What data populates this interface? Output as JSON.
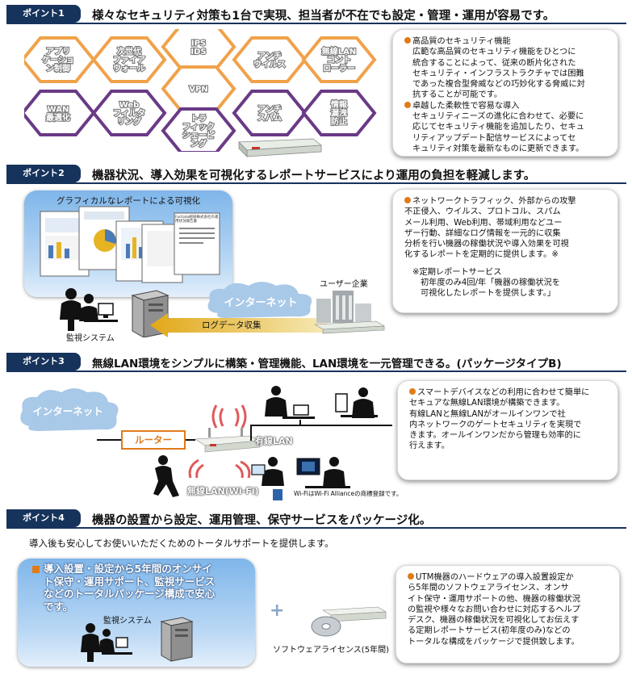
{
  "sections": [
    {
      "tag": "ポイント1",
      "heading": "様々なセキュリティ対策も1台で実現、担当者が不在でも設定・管理・運用が容易です。",
      "hexagons": [
        {
          "label": "アプリ\nケーショ\nン制御",
          "color": "#f0a24a"
        },
        {
          "label": "次世代\nファイア\nウォール",
          "color": "#f0a24a"
        },
        {
          "label": "IPS\nIDS",
          "color": "#f0a24a"
        },
        {
          "label": "VPN",
          "color": "#f0a24a"
        },
        {
          "label": "アンチ\nウイルス",
          "color": "#f0a24a"
        },
        {
          "label": "無線LAN\nコント\nローラー",
          "color": "#f0a24a"
        },
        {
          "label": "WAN\n最適化",
          "color": "#6a3a86"
        },
        {
          "label": "Web\nフィルタ\nリング",
          "color": "#6a3a86"
        },
        {
          "label": "トラ\nフィック\nシェーピ\nング",
          "color": "#6a3a86"
        },
        {
          "label": "アンチ\nスパム",
          "color": "#6a3a86"
        },
        {
          "label": "情報\n漏洩\n防止",
          "color": "#6a3a86"
        }
      ],
      "bullets": [
        {
          "title": "高品質のセキュリティ機能",
          "body": "広範な高品質のセキュリティ機能をひとつに\n統合することによって、従来の断片化された\nセキュリティ・インフラストラクチャでは困難\nであった複合型脅威などの巧妙化する脅威に対\n抗することが可能です。"
        },
        {
          "title": "卓越した柔軟性で容易な導入",
          "body": "セキュリティニーズの進化に合わせて、必要に\n応じてセキュリティ機能を追加したり、セキュ\nリティアップデート配信サービスによってセ\nキュリティ対策を最新なものに更新できます。"
        }
      ]
    },
    {
      "tag": "ポイント2",
      "heading": "機器状況、導入効果を可視化するレポートサービスにより運用の負担を軽減します。",
      "report_title": "グラフィカルなレポートによる可視化",
      "doc_title": "Fortiate総研株式会社の運用状況報告書",
      "internet": "インターネット",
      "user_company": "ユーザー企業",
      "log_label": "ログデータ収集",
      "monitor_label": "監視システム",
      "text": "ネットワークトラフィック、外部からの攻撃\n不正侵入、ウイルス、プロトコル、スパム\nメール利用、Web利用、帯域利用などユー\nザー行動、詳細なログ情報を一元的に収集\n分析を行い機器の稼働状況や導入効果を可視\n化するレポートを定期的に提供します。※",
      "note_title": "※定期レポートサービス",
      "note_body": "初年度のみ4回/年「機器の稼働状況を\n可視化したレポートを提供します。」"
    },
    {
      "tag": "ポイント3",
      "heading": "無線LAN環境をシンプルに構築・管理機能、LAN環境を一元管理できる。(パッケージタイプB)",
      "internet": "インターネット",
      "router": "ルーター",
      "wired": "有線LAN",
      "wireless": "無線LAN(Wi-Fi)",
      "trademark": "Wi-FiはWi-Fi Allianceの商標登録です。",
      "text": "スマートデバイスなどの利用に合わせて簡単に\nセキュアな無線LAN環境が構築できます。\n有線LANと無線LANがオールインワンで社\n内ネットワークのゲートセキュリティを実現で\nきます。オールインワンだから管理も効率的に\n行えます。"
    },
    {
      "tag": "ポイント4",
      "heading": "機器の設置から設定、運用管理、保守サービスをパッケージ化。",
      "subheading": "導入後も安心してお使いいただくためのトータルサポートを提供します。",
      "support_text": "導入設置・設定から5年間のオンサイ\nト保守・運用サポート、監視サービス\nなどのトータルパッケージ構成で安心\nです。",
      "monitor_label": "監視システム",
      "plus": "+",
      "software_label": "ソフトウェアライセンス(5年間)",
      "text": "UTM機器のハードウェアの導入設置設定か\nら5年間のソフトウェアライセンス、オンサ\nイト保守・運用サポートの他、機器の稼働状況\nの監視や様々なお問い合わせに対応するヘルプ\nデスク、機器の稼働状況を可視化してお伝えす\nる定期レポートサービス(初年度のみ)などの\nトータルな構成をパッケージで提供致します。"
    }
  ],
  "colors": {
    "navy": "#16335c",
    "orange": "#e07b1a",
    "purple": "#6a3a86",
    "hex_orange": "#f0a24a"
  }
}
